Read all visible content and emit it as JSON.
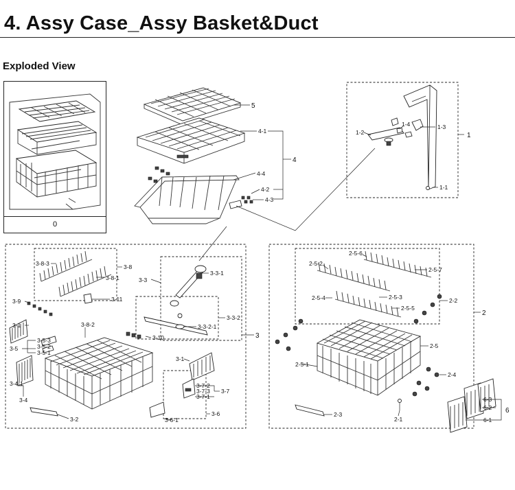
{
  "page": {
    "title": "4.  Assy Case_Assy Basket&Duct",
    "subtitle": "Exploded View",
    "thumbnail_label": "0"
  },
  "callouts": {
    "c5": "5",
    "c4_1": "4-1",
    "c4": "4",
    "c4_4": "4-4",
    "c4_2": "4-2",
    "c4_3": "4-3",
    "c1": "1",
    "c1_2": "1-2",
    "c1_4": "1-4",
    "c1_3": "1-3",
    "c1_1": "1-1",
    "c3_8_3": "3-8-3",
    "c3_8": "3-8",
    "c3_8_1": "3-8-1",
    "c3_11": "3-11",
    "c3_9": "3-9",
    "c3_1a": "3-1",
    "c3_5": "3-5",
    "c3_5_3": "3-5-3",
    "c3_5_2": "3-5-2",
    "c3_5_1": "3-5-1",
    "c3_4_1": "3-4-1",
    "c3_4": "3-4",
    "c3_2": "3-2",
    "c3_8_2": "3-8-2",
    "c3_3": "3-3",
    "c3_3_1": "3-3-1",
    "c3_3_2": "3-3-2",
    "c3_3_2_1": "3-3-2-1",
    "c3_10": "3-10",
    "c3": "3",
    "c3_1b": "3-1",
    "c3_7_2": "3-7-2",
    "c3_7_3": "3-7-3",
    "c3_7_1": "3-7-1",
    "c3_7": "3-7",
    "c3_6": "3-6",
    "c3_6_1": "3-6-1",
    "c2_5_6": "2-5-6",
    "c2_5_2": "2-5-2",
    "c2_5_7": "2-5-7",
    "c2_5_4": "2-5-4",
    "c2_5_3": "2-5-3",
    "c2_5_5": "2-5-5",
    "c2_2": "2-2",
    "c2": "2",
    "c2_5": "2-5",
    "c2_5_1": "2-5-1",
    "c2_4": "2-4",
    "c2_3": "2-3",
    "c2_1": "2-1",
    "c6_3": "6-3",
    "c6_2": "6-2",
    "c6_1": "6-1",
    "c6": "6"
  }
}
